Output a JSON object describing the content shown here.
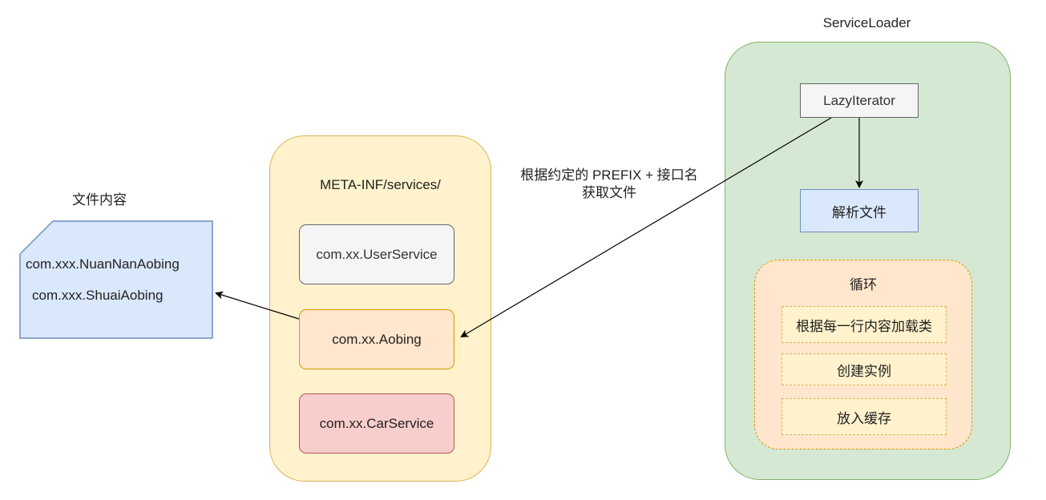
{
  "file_section": {
    "title": "文件内容",
    "lines": [
      "com.xxx.NuanNanAobing",
      "com.xxx.ShuaiAobing"
    ]
  },
  "meta_inf": {
    "title": "META-INF/services/",
    "items": [
      "com.xx.UserService",
      "com.xx.Aobing",
      "com.xx.CarService"
    ]
  },
  "edge_label": {
    "line1": "根据约定的 PREFIX + 接口名",
    "line2": "获取文件"
  },
  "service_loader": {
    "title": "ServiceLoader",
    "iterator": "LazyIterator",
    "parse": "解析文件",
    "loop": {
      "title": "循环",
      "steps": [
        "根据每一行内容加载类",
        "创建实例",
        "放入缓存"
      ]
    }
  },
  "colors": {
    "yellow_fill": "#fff2cc",
    "yellow_stroke": "#d6b656",
    "green_fill": "#d5e8d4",
    "green_stroke": "#82b366",
    "orange_fill": "#ffe6cc",
    "orange_stroke": "#d79b00",
    "red_fill": "#f8cecc",
    "red_stroke": "#b85450",
    "blue_fill": "#dae8fc",
    "blue_stroke": "#6c8ebf",
    "gray_fill": "#f5f5f5",
    "gray_stroke": "#666666"
  }
}
